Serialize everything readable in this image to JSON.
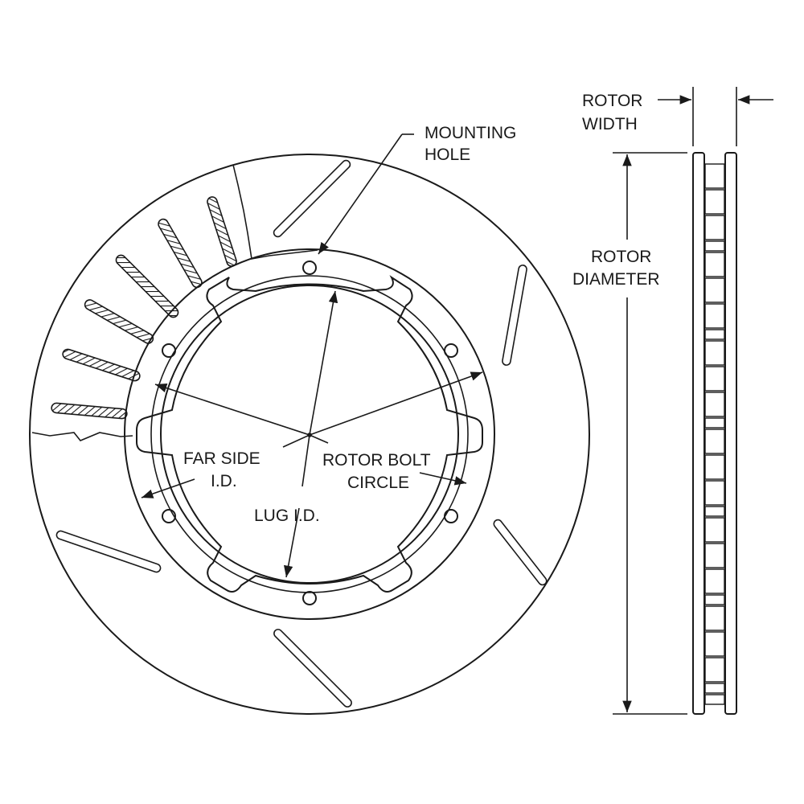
{
  "labels": {
    "mounting_hole_1": "MOUNTING",
    "mounting_hole_2": "HOLE",
    "rotor_width_1": "ROTOR",
    "rotor_width_2": "WIDTH",
    "rotor_diameter_1": "ROTOR",
    "rotor_diameter_2": "DIAMETER",
    "far_side_id_1": "FAR SIDE",
    "far_side_id_2": "I.D.",
    "rotor_bolt_circle_1": "ROTOR BOLT",
    "rotor_bolt_circle_2": "CIRCLE",
    "lug_id": "LUG I.D."
  },
  "colors": {
    "ink": "#1a1a1a",
    "background": "#ffffff"
  }
}
